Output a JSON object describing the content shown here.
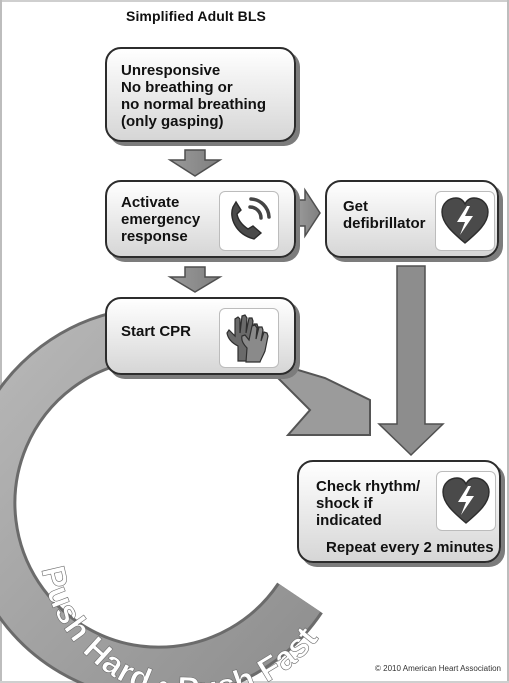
{
  "title": "Simplified Adult BLS",
  "steps": {
    "unresponsive": "Unresponsive\nNo breathing or\nno normal breathing\n(only gasping)",
    "activate": "Activate\nemergency\nresponse",
    "get_defibrillator": "Get\ndefibrillator",
    "start_cpr": "Start CPR",
    "check_rhythm": "Check rhythm/\nshock if\nindicated",
    "repeat": "Repeat every 2 minutes"
  },
  "loop_label": "Push Hard • Push Fast",
  "copyright": "© 2010 American Heart Association",
  "icons": {
    "activate": "phone-icon",
    "defibrillator": "heart-defibrillator-icon",
    "cpr": "gloved-hands-icon",
    "check_rhythm": "heart-defibrillator-icon"
  },
  "colors": {
    "box_gradient_top": "#ffffff",
    "box_gradient_bottom": "#d6d6d6",
    "loop": "#9a9a9a",
    "connector_arrow": "#8d8d8d"
  }
}
